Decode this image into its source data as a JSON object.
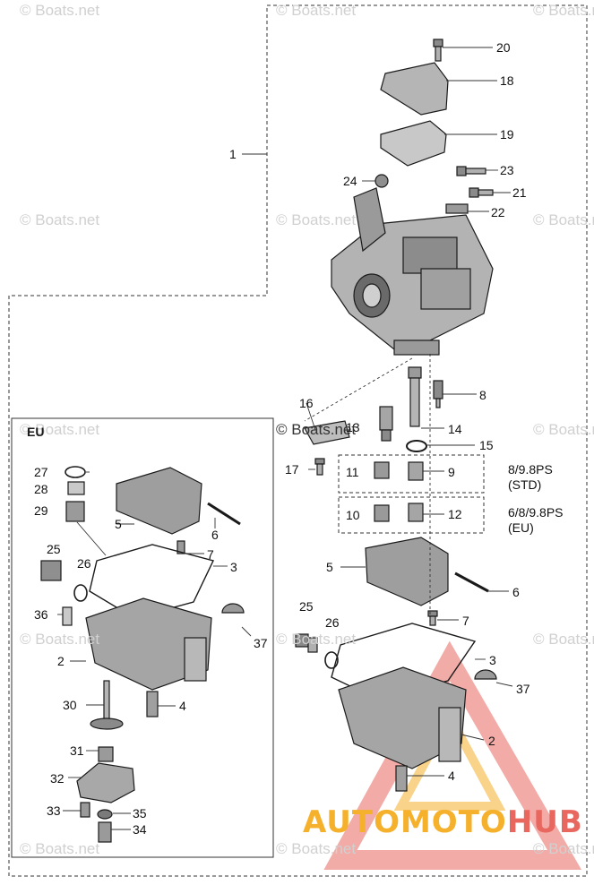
{
  "watermark": "© Boats.net",
  "brand": {
    "part1": "AUTOMOTO",
    "part2": "HUB"
  },
  "eu_inset_label": "EU",
  "variant_labels": {
    "std": "8/9.8PS\n(STD)",
    "eu": "6/8/9.8PS\n(EU)"
  },
  "callouts": [
    "1",
    "2",
    "3",
    "4",
    "5",
    "6",
    "7",
    "8",
    "9",
    "10",
    "11",
    "12",
    "13",
    "14",
    "15",
    "16",
    "17",
    "18",
    "19",
    "20",
    "21",
    "22",
    "23",
    "24",
    "25",
    "26",
    "27",
    "28",
    "29",
    "30",
    "31",
    "32",
    "33",
    "34",
    "35",
    "36",
    "37"
  ],
  "colors": {
    "line": "#1a1a1a",
    "part_fill": "#9a9a9a",
    "part_dark": "#555555",
    "watermark": "#d0d0d0",
    "brand_orange": "#f5b02c",
    "brand_red": "#e8685f"
  }
}
